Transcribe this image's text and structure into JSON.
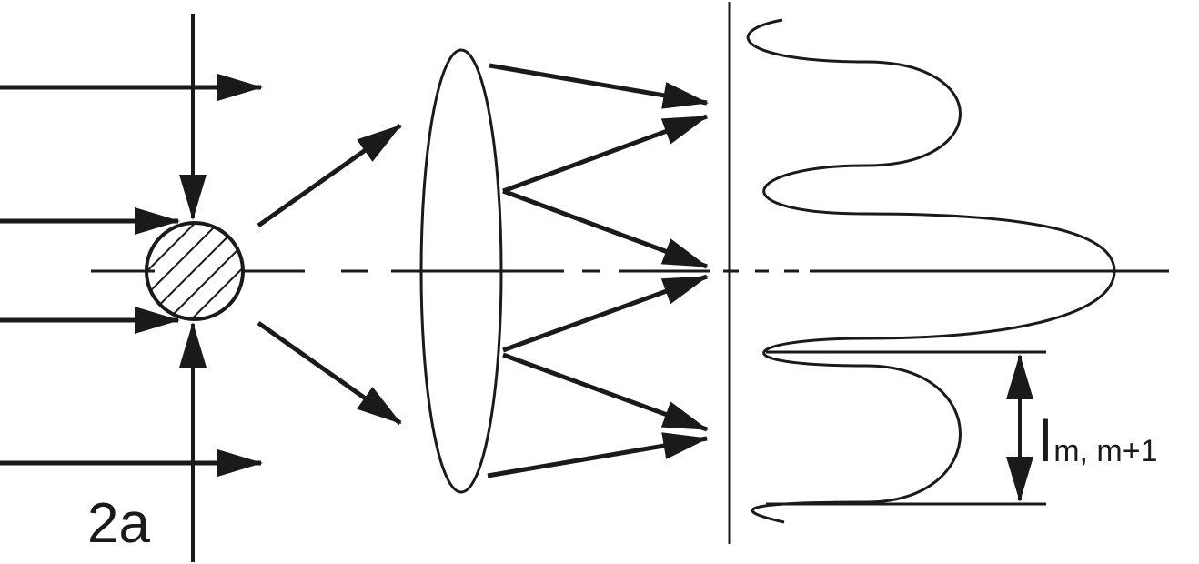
{
  "labels": {
    "size": "2a",
    "spacing_symbol": "l",
    "spacing_subscript": "m, m+1"
  },
  "colors": {
    "ink": "#1a1a1a",
    "background": "#ffffff"
  }
}
